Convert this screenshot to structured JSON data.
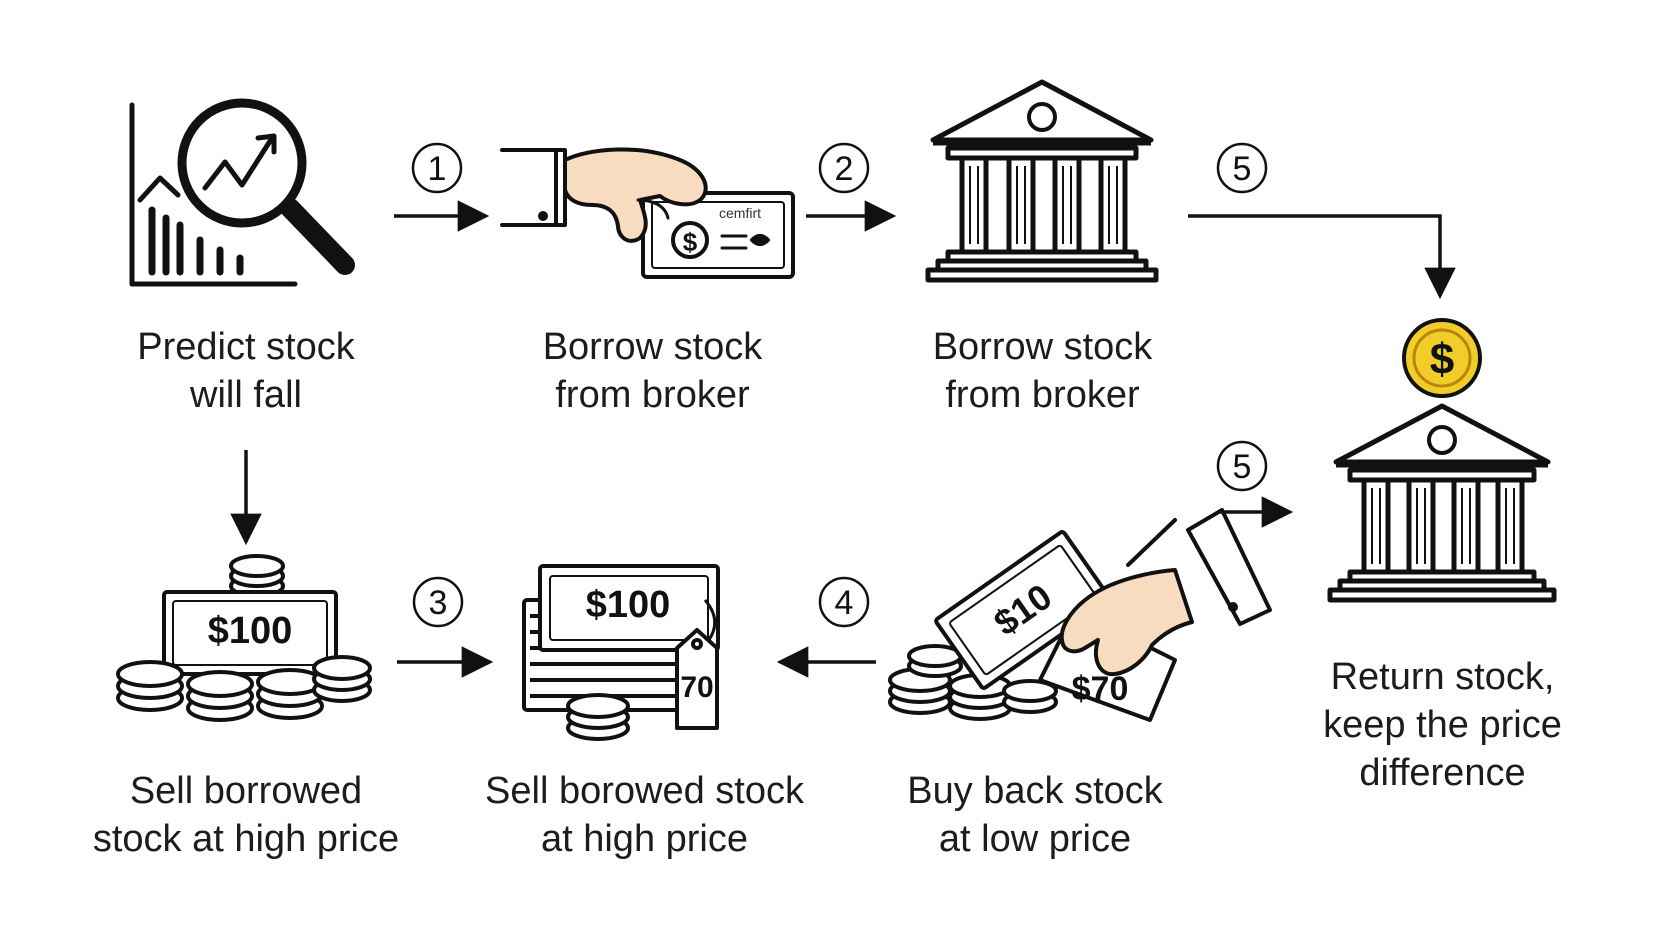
{
  "colors": {
    "ink": "#111111",
    "skin": "#f7dcc0",
    "gold": "#f2cd2a",
    "gold_dark": "#b8860b",
    "background": "#ffffff"
  },
  "icons": {
    "predict": "chart-magnifier-icon",
    "borrow_hand": "hand-cash-icon",
    "broker_bank": "bank-icon",
    "return_bank": "bank-with-coin-icon",
    "sell_coins": "cash-and-coins-icon",
    "sell_stack": "cash-stack-price-tag-icon",
    "buy_back": "hand-cash-coins-icon"
  },
  "steps": {
    "predict": "Predict stock\nwill fall",
    "borrow_1": "Borrow stock\nfrom broker",
    "borrow_2": "Borrow stock\nfrom broker",
    "return": "Return stock,\nkeep the price\ndifference",
    "sell_1": "Sell borrowed\nstock at high price",
    "sell_2": "Sell borowed stock\nat high price",
    "buy_back": "Buy back stock\nat low price"
  },
  "badges": {
    "b1": "1",
    "b2": "2",
    "b3": "3",
    "b4": "4",
    "b5_top": "5",
    "b5_bottom": "5"
  },
  "illustration_text": {
    "cheque_word": "cemfirt",
    "cheque_dollar": "$",
    "bill_amount_1": "$100",
    "bill_amount_2": "$100",
    "price_tag": "70",
    "tilted_bill": "$10",
    "buy_price": "$70",
    "coin_symbol": "$"
  }
}
